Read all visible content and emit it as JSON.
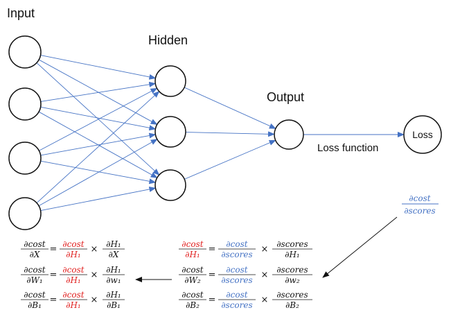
{
  "labels": {
    "input": "Input",
    "hidden": "Hidden",
    "output": "Output",
    "loss_node": "Loss",
    "loss_function": "Loss function"
  },
  "colors": {
    "edge": "#4472c4",
    "highlight_red": "#e0201f",
    "highlight_blue": "#4472c4",
    "text": "#111111"
  },
  "gradient_note": {
    "numerator": "∂cost",
    "denominator": "∂scores"
  },
  "equations_right": [
    {
      "lhs_num": "∂cost",
      "lhs_den": "∂H₁",
      "mid_num": "∂cost",
      "mid_den": "∂scores",
      "rhs_num": "∂scores",
      "rhs_den": "∂H₁"
    },
    {
      "lhs_num": "∂cost",
      "lhs_den": "∂W₂",
      "mid_num": "∂cost",
      "mid_den": "∂scores",
      "rhs_num": "∂scores",
      "rhs_den": "∂w₂"
    },
    {
      "lhs_num": "∂cost",
      "lhs_den": "∂B₂",
      "mid_num": "∂cost",
      "mid_den": "∂scores",
      "rhs_num": "∂scores",
      "rhs_den": "∂B₂"
    }
  ],
  "equations_left": [
    {
      "lhs_num": "∂cost",
      "lhs_den": "∂X",
      "mid_num": "∂cost",
      "mid_den": "∂H₁",
      "rhs_num": "∂H₁",
      "rhs_den": "∂X"
    },
    {
      "lhs_num": "∂cost",
      "lhs_den": "∂W₁",
      "mid_num": "∂cost",
      "mid_den": "∂H₁",
      "rhs_num": "∂H₁",
      "rhs_den": "∂w₁"
    },
    {
      "lhs_num": "∂cost",
      "lhs_den": "∂B₁",
      "mid_num": "∂cost",
      "mid_den": "∂H₁",
      "rhs_num": "∂H₁",
      "rhs_den": "∂B₁"
    }
  ],
  "symbols": {
    "equals": "=",
    "times": "×"
  }
}
